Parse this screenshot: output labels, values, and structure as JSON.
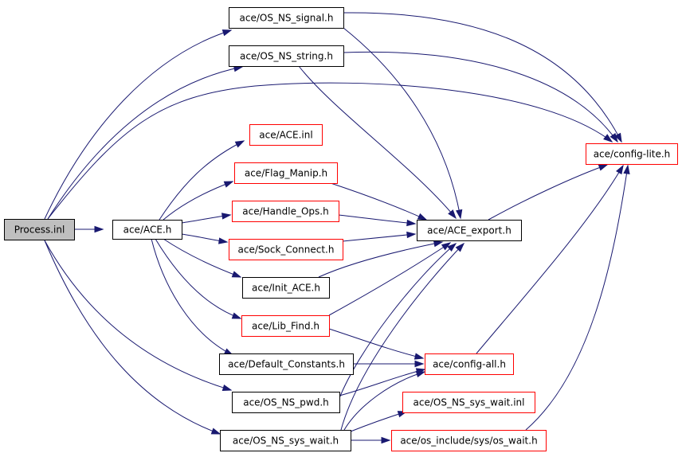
{
  "graph": {
    "colors": {
      "edge": "#191970",
      "black_border": "#000000",
      "red_border": "#ff0000",
      "root_fill": "#bfbfbf",
      "node_fill": "#ffffff"
    },
    "nodes": [
      {
        "id": "process_inl",
        "label": "Process.inl",
        "style": "root"
      },
      {
        "id": "ace_h",
        "label": "ace/ACE.h",
        "style": "black"
      },
      {
        "id": "os_ns_signal_h",
        "label": "ace/OS_NS_signal.h",
        "style": "black"
      },
      {
        "id": "os_ns_string_h",
        "label": "ace/OS_NS_string.h",
        "style": "black"
      },
      {
        "id": "ace_inl",
        "label": "ace/ACE.inl",
        "style": "red"
      },
      {
        "id": "flag_manip_h",
        "label": "ace/Flag_Manip.h",
        "style": "red"
      },
      {
        "id": "handle_ops_h",
        "label": "ace/Handle_Ops.h",
        "style": "red"
      },
      {
        "id": "sock_connect_h",
        "label": "ace/Sock_Connect.h",
        "style": "red"
      },
      {
        "id": "init_ace_h",
        "label": "ace/Init_ACE.h",
        "style": "black"
      },
      {
        "id": "lib_find_h",
        "label": "ace/Lib_Find.h",
        "style": "red"
      },
      {
        "id": "default_constants_h",
        "label": "ace/Default_Constants.h",
        "style": "black"
      },
      {
        "id": "os_ns_pwd_h",
        "label": "ace/OS_NS_pwd.h",
        "style": "black"
      },
      {
        "id": "os_ns_sys_wait_h",
        "label": "ace/OS_NS_sys_wait.h",
        "style": "black"
      },
      {
        "id": "ace_export_h",
        "label": "ace/ACE_export.h",
        "style": "black"
      },
      {
        "id": "config_lite_h",
        "label": "ace/config-lite.h",
        "style": "red"
      },
      {
        "id": "config_all_h",
        "label": "ace/config-all.h",
        "style": "red"
      },
      {
        "id": "os_ns_sys_wait_inl",
        "label": "ace/OS_NS_sys_wait.inl",
        "style": "red"
      },
      {
        "id": "os_wait_h",
        "label": "ace/os_include/sys/os_wait.h",
        "style": "red"
      }
    ],
    "edges": [
      {
        "from": "process_inl",
        "to": "os_ns_signal_h"
      },
      {
        "from": "process_inl",
        "to": "os_ns_string_h"
      },
      {
        "from": "process_inl",
        "to": "config_lite_h"
      },
      {
        "from": "process_inl",
        "to": "ace_h"
      },
      {
        "from": "process_inl",
        "to": "os_ns_pwd_h"
      },
      {
        "from": "process_inl",
        "to": "os_ns_sys_wait_h"
      },
      {
        "from": "os_ns_signal_h",
        "to": "config_lite_h"
      },
      {
        "from": "os_ns_signal_h",
        "to": "ace_export_h"
      },
      {
        "from": "os_ns_string_h",
        "to": "config_lite_h"
      },
      {
        "from": "os_ns_string_h",
        "to": "ace_export_h"
      },
      {
        "from": "ace_h",
        "to": "ace_inl"
      },
      {
        "from": "ace_h",
        "to": "flag_manip_h"
      },
      {
        "from": "ace_h",
        "to": "handle_ops_h"
      },
      {
        "from": "ace_h",
        "to": "sock_connect_h"
      },
      {
        "from": "ace_h",
        "to": "init_ace_h"
      },
      {
        "from": "ace_h",
        "to": "lib_find_h"
      },
      {
        "from": "ace_h",
        "to": "default_constants_h"
      },
      {
        "from": "flag_manip_h",
        "to": "ace_export_h"
      },
      {
        "from": "handle_ops_h",
        "to": "ace_export_h"
      },
      {
        "from": "sock_connect_h",
        "to": "ace_export_h"
      },
      {
        "from": "init_ace_h",
        "to": "ace_export_h"
      },
      {
        "from": "lib_find_h",
        "to": "ace_export_h"
      },
      {
        "from": "lib_find_h",
        "to": "config_all_h"
      },
      {
        "from": "default_constants_h",
        "to": "config_all_h"
      },
      {
        "from": "os_ns_pwd_h",
        "to": "config_all_h"
      },
      {
        "from": "os_ns_pwd_h",
        "to": "ace_export_h"
      },
      {
        "from": "os_ns_sys_wait_h",
        "to": "config_all_h"
      },
      {
        "from": "os_ns_sys_wait_h",
        "to": "ace_export_h"
      },
      {
        "from": "os_ns_sys_wait_h",
        "to": "os_ns_sys_wait_inl"
      },
      {
        "from": "os_ns_sys_wait_h",
        "to": "os_wait_h"
      },
      {
        "from": "ace_export_h",
        "to": "config_lite_h"
      },
      {
        "from": "config_all_h",
        "to": "config_lite_h"
      },
      {
        "from": "os_wait_h",
        "to": "config_lite_h"
      }
    ]
  }
}
